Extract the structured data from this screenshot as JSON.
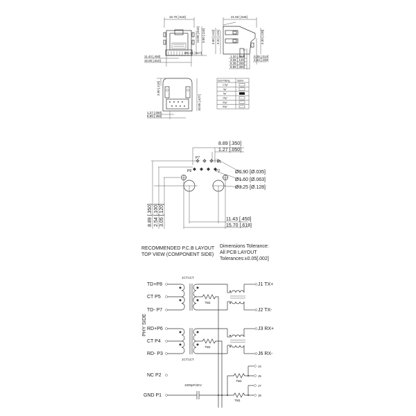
{
  "top_views": {
    "front": {
      "width_dim": "15.70 [.618]",
      "right_dims": [
        "13.80 [.543]",
        "3.00 [.118]"
      ],
      "bottom_dims": [
        "11.43 [.450]",
        "15.50 [.610]"
      ],
      "pin_dim": "Ø0.43 [.017]"
    },
    "side": {
      "length_dim": "21.50 [.846]",
      "left_dims": [
        "3.60 [.142]",
        "3.32 [.131]"
      ],
      "right_dim": "3.30 [.130]",
      "bottom_dims": [
        "1.20 [.047]",
        "3.05 [.120]",
        "6.35 [.250]",
        "8.89 [.350]"
      ],
      "bottom_right_dims": [
        "0.35 [.014]",
        "2.54 [.100]"
      ]
    },
    "bottom": {
      "top_dim": "3.00 [.118]",
      "right_dim": "10.85 [.427]",
      "bottom_dims": [
        "1.27 [.050]",
        "8.89 [.350]"
      ]
    },
    "option_table": {
      "headers": [
        "Gold Plating",
        "Option"
      ],
      "rows": [
        {
          "label": "1.5µ\"",
          "selected": false
        },
        {
          "label": "3µ\"",
          "selected": false
        },
        {
          "label": "6µ\"",
          "selected": true
        },
        {
          "label": "15µ\"",
          "selected": false
        },
        {
          "label": "30µ\"",
          "selected": false
        },
        {
          "label": "50µ\"",
          "selected": false
        }
      ]
    }
  },
  "pcb_layout": {
    "top_dims": [
      "8.89 [.350]",
      "1.27 [.050]"
    ],
    "hole_dims": [
      "Ø0.90 [Ø.035]",
      "Ø1.60 [Ø.063]",
      "Ø3.25 [Ø.128]"
    ],
    "pin_labels": [
      "P7",
      "P1",
      "P8",
      "P2"
    ],
    "left_dims": [
      "8.89 [.350]",
      "2.54 [.100]",
      "3.05 [.120]"
    ],
    "bottom_dims": [
      "11.43 [.450]",
      "15.70 [.618]"
    ],
    "caption_line1": "RECOMMENDED P.C.B LAYOUT",
    "caption_line2": "TOP VIEW (COMPONENT SIDE)",
    "tolerance_line1": "Dimensions Tolerance:",
    "tolerance_line2": "All PCB LAYOUT",
    "tolerance_line3": "Tolerances:±0.05[.002]"
  },
  "schematic": {
    "side_label": "PHY SIDE",
    "ratio_top": "1CT:1CT",
    "ratio_bottom": "1CT:1CT",
    "left_pins": [
      "TD+P8",
      "CT  P5",
      "TD- P7",
      "RD+P6",
      "CT  P4",
      "RD- P3",
      "NC  P2",
      "GND P1"
    ],
    "right_pins": [
      "J1 TX+",
      "J2 TX-",
      "J3 RX+",
      "J6 RX-",
      "J4",
      "J5",
      "J7",
      "J8"
    ],
    "resistor": "75Ω",
    "capacitor": "1000pF/2KV"
  }
}
